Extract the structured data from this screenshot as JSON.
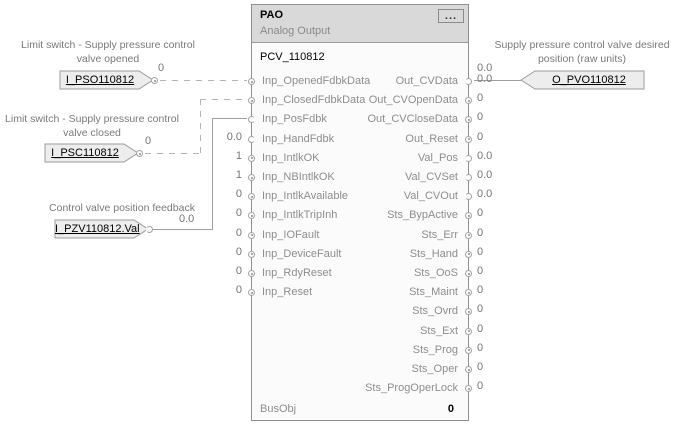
{
  "block": {
    "type": "PAO",
    "subtitle": "Analog Output",
    "tag": "PCV_110812",
    "ellipsis_label": "...",
    "inputs": [
      {
        "name": "Inp_OpenedFdbkData",
        "value": "",
        "shape": "bool"
      },
      {
        "name": "Inp_ClosedFdbkData",
        "value": "",
        "shape": "bool"
      },
      {
        "name": "Inp_PosFdbk",
        "value": "",
        "shape": "real"
      },
      {
        "name": "Inp_HandFdbk",
        "value": "0.0",
        "shape": "real"
      },
      {
        "name": "Inp_IntlkOK",
        "value": "1",
        "shape": "bool"
      },
      {
        "name": "Inp_NBIntlkOK",
        "value": "1",
        "shape": "bool"
      },
      {
        "name": "Inp_IntlkAvailable",
        "value": "0",
        "shape": "bool"
      },
      {
        "name": "Inp_IntlkTripInh",
        "value": "0",
        "shape": "bool"
      },
      {
        "name": "Inp_IOFault",
        "value": "0",
        "shape": "bool"
      },
      {
        "name": "Inp_DeviceFault",
        "value": "0",
        "shape": "bool"
      },
      {
        "name": "Inp_RdyReset",
        "value": "0",
        "shape": "bool"
      },
      {
        "name": "Inp_Reset",
        "value": "0",
        "shape": "bool"
      }
    ],
    "outputs": [
      {
        "name": "Out_CVData",
        "value": "0.0",
        "shape": "real"
      },
      {
        "name": "Out_CVOpenData",
        "value": "0",
        "shape": "bool"
      },
      {
        "name": "Out_CVCloseData",
        "value": "0",
        "shape": "bool"
      },
      {
        "name": "Out_Reset",
        "value": "0",
        "shape": "bool"
      },
      {
        "name": "Val_Pos",
        "value": "0.0",
        "shape": "real"
      },
      {
        "name": "Val_CVSet",
        "value": "0.0",
        "shape": "real"
      },
      {
        "name": "Val_CVOut",
        "value": "0.0",
        "shape": "real"
      },
      {
        "name": "Sts_BypActive",
        "value": "0",
        "shape": "bool"
      },
      {
        "name": "Sts_Err",
        "value": "0",
        "shape": "bool"
      },
      {
        "name": "Sts_Hand",
        "value": "0",
        "shape": "bool"
      },
      {
        "name": "Sts_OoS",
        "value": "0",
        "shape": "bool"
      },
      {
        "name": "Sts_Maint",
        "value": "0",
        "shape": "bool"
      },
      {
        "name": "Sts_Ovrd",
        "value": "0",
        "shape": "bool"
      },
      {
        "name": "Sts_Ext",
        "value": "0",
        "shape": "bool"
      },
      {
        "name": "Sts_Prog",
        "value": "0",
        "shape": "bool"
      },
      {
        "name": "Sts_Oper",
        "value": "0",
        "shape": "bool"
      },
      {
        "name": "Sts_ProgOperLock",
        "value": "0",
        "shape": "bool"
      }
    ],
    "footer": {
      "label": "BusObj",
      "value": "0"
    }
  },
  "refs": [
    {
      "id": "I_PSO110812",
      "desc": "Limit switch - Supply pressure control\nvalve opened",
      "value": "0"
    },
    {
      "id": "I_PSC110812",
      "desc": "Limit switch - Supply pressure control\nvalve closed",
      "value": "0"
    },
    {
      "id": "I_PZV110812.Val",
      "desc": "Control valve position feedback",
      "value": "0.0"
    },
    {
      "id": "O_PVO110812",
      "desc": "Supply pressure control valve desired\nposition (raw units)",
      "value": "0.0"
    }
  ],
  "colors": {
    "header_bg": "#d9d9d9",
    "tag_fill": "#ededed",
    "wire": "#9f9f9f",
    "label_gray": "#8e8e8e"
  }
}
